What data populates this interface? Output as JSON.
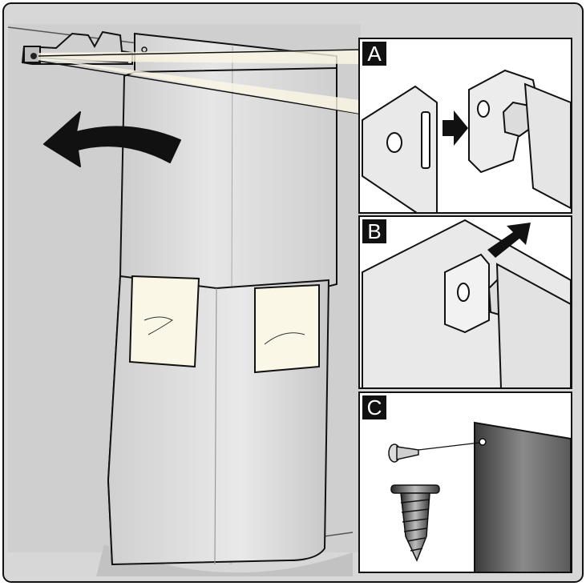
{
  "panels": [
    {
      "letter": "A"
    },
    {
      "letter": "B"
    },
    {
      "letter": "C"
    }
  ],
  "colors": {
    "background": "#d7d7d7",
    "wall": "#cbcbcb",
    "duct_light": "#e2e2e2",
    "duct_shade": "#c4c4c4",
    "panel_bg": "#ffffff",
    "outline": "#111111",
    "label_bg": "#111111",
    "label_text": "#ffffff",
    "tape": "#fbf7e6"
  },
  "icons": {
    "main_arrow": "curved-arrow-left-icon",
    "push_arrow": "arrow-right-icon",
    "push_arrow_diag": "arrow-down-left-icon",
    "screw": "screw-icon"
  }
}
